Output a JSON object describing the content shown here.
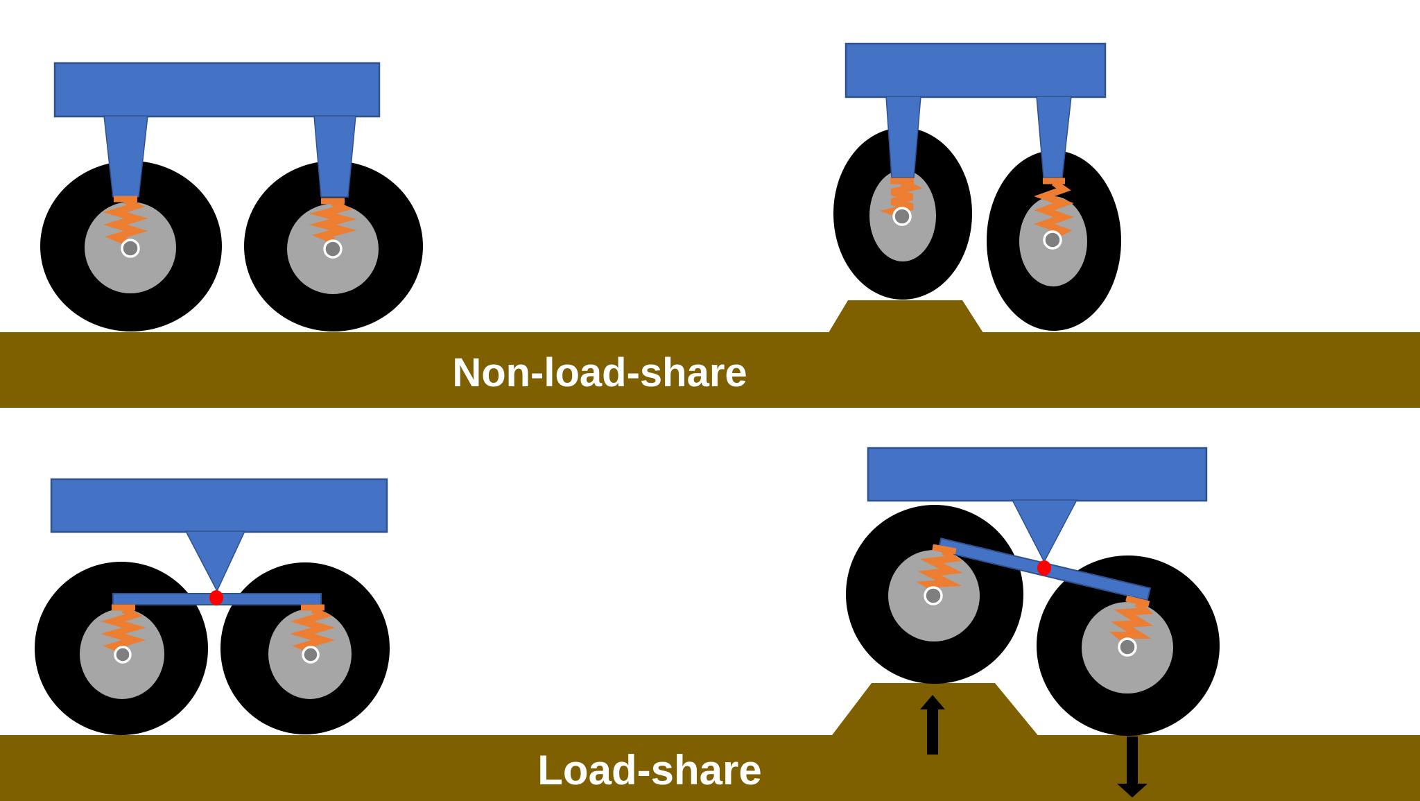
{
  "labels": {
    "non_load_share": "Non-load-share",
    "load_share": "Load-share"
  },
  "colors": {
    "bg": "#FFFFFF",
    "chassis": "#4472C4",
    "chassis-border": "#2F528F",
    "spring": "#ED7D31",
    "ground": "#7F6000",
    "tire": "#000000",
    "hub": "#A6A6A6",
    "axle": "#7F7F7F",
    "pivot": "#FF0000",
    "arrow": "#000000",
    "label": "#FFFFFF"
  },
  "panels": [
    {
      "id": "top-left",
      "type": "non-load-share",
      "terrain": "flat ground",
      "wheels": 2,
      "suspension": "independent strut with coil spring per wheel"
    },
    {
      "id": "top-right",
      "type": "non-load-share",
      "terrain": "bump under left wheel",
      "wheels": 2,
      "suspension": "independent strut with coil spring per wheel; left spring compressed, right spring extended"
    },
    {
      "id": "bottom-left",
      "type": "load-share",
      "terrain": "flat ground",
      "wheels": 2,
      "suspension": "single strut to level rocker beam with red pivot, coil spring per wheel"
    },
    {
      "id": "bottom-right",
      "type": "load-share",
      "terrain": "bump under left wheel",
      "wheels": 2,
      "suspension": "single strut to tilted rocker beam with red pivot, coil spring per wheel",
      "force_arrows": [
        "up under left wheel",
        "down under right wheel"
      ]
    }
  ]
}
